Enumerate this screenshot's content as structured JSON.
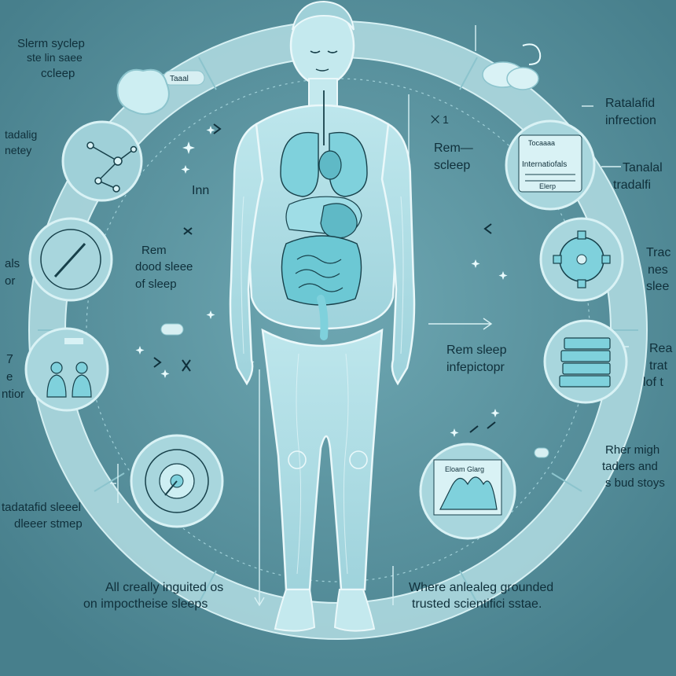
{
  "colors": {
    "background": "#4f8a97",
    "ring": "#b9e1e6",
    "body_outline": "#eaf8fa",
    "organ_fill": "#7fd1dc",
    "text": "#0f2f3a"
  },
  "labels": {
    "top_left_1": "Slerm syclep",
    "top_left_2": "ste lin saee",
    "top_left_3": "ccleep",
    "tag_top": "Taaal",
    "left_a_1": "tadalig",
    "left_a_2": "netey",
    "inn": "Inn",
    "left_b_1": "als",
    "left_b_2": "or",
    "rem_left_1": "Rem",
    "rem_left_2": "dood sleee",
    "rem_left_3": "of sleep",
    "left_c_1": "7",
    "left_c_2": "e",
    "left_c_3": "ntior",
    "bottom_left_1": "tadatafid sleeel",
    "bottom_left_2": "dleeer stmep",
    "footer_left_1": "All creally inguited os",
    "footer_left_2": "on impoctheise sleeps",
    "right_top_1": "Ratalafid",
    "right_top_2": "infrection",
    "rem_right_1": "Rem—",
    "rem_right_2": "scleep",
    "nn": "⨉ 1",
    "right_tana_1": "Tanalal",
    "right_tana_2": "tradalfi",
    "right_trac_1": "Trac",
    "right_trac_2": "nes",
    "right_trac_3": "slee",
    "rem_infe_1": "Rem sleep",
    "rem_infe_2": "infepictopr",
    "right_rea_1": "Rea",
    "right_rea_2": "trat",
    "right_rea_3": "lof t",
    "right_rher_1": "Rher migh",
    "right_rher_2": "taders and",
    "right_rher_3": "s bud stoys",
    "footer_right_1": "Where anlealeg grounded",
    "footer_right_2": "trusted scientifici sstae.",
    "circle_info_1": "Tocaaaa",
    "circle_info_2": "Internatiofals",
    "circle_info_3": "Elerp",
    "chart_label": "Eloam Glarg"
  }
}
